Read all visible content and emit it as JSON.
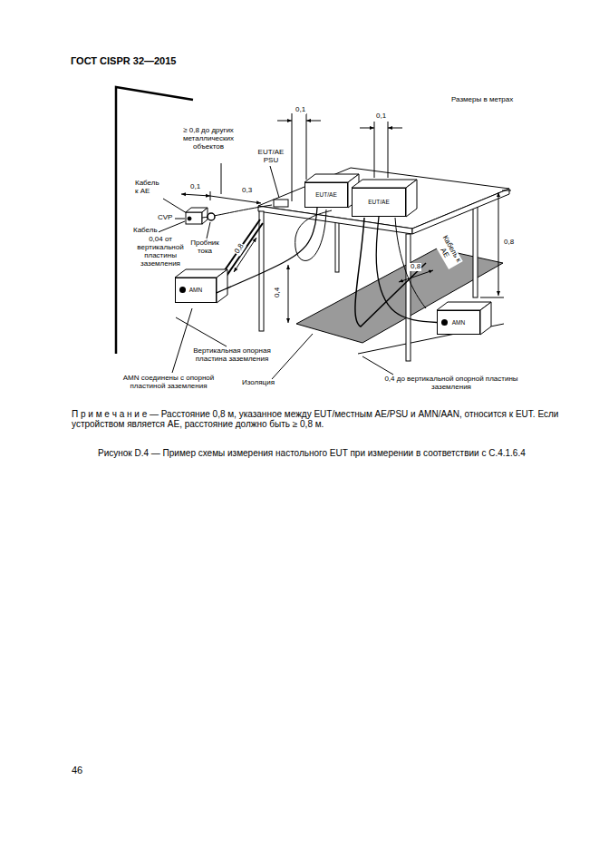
{
  "diagram": {
    "title": "ГОСТ CISPR 32—2015",
    "caption": "Рисунок D.4 — Пример схемы измерения настольного EUT при измерении в соответствии с C.4.1.6.4",
    "nodes": [
      {
        "text": [
          "EUT/AE"
        ]
      },
      {
        "text": [
          "EUT/AE"
        ]
      },
      {
        "text": [
          "AMN"
        ]
      },
      {
        "text": [
          "AMN"
        ]
      }
    ],
    "edges": [
      {
        "from": 0,
        "to": 2,
        "arrow": "none"
      },
      {
        "from": 1,
        "to": 3,
        "arrow": "none"
      }
    ],
    "labels": [
      "Размеры в метрах",
      "0,1",
      "0,1",
      "≥ 0,8 до других металлических объектов",
      "EUT/AE PSU",
      "Кабель к AE",
      "0,1",
      "0,3",
      "CVP",
      "Кабель",
      "0,04 от вертикальной пластины заземления",
      "Пробник тока",
      "0,8",
      "0,4",
      "Кабель к AE",
      "0,8",
      "0,8",
      "Вертикальная опорная пластина заземления",
      "AMN соединены с опорной пластиной заземления",
      "Изоляция",
      "0,4 до вертикальной опорной пластины заземления",
      "П р и м е ч а н и е — Расстояние 0,8 м, указанное между EUT/местным AE/PSU и AMN/AAN, относится к EUT. Если устройством является AE, расстояние должно быть ≥ 0,8 м.",
      "46"
    ]
  }
}
